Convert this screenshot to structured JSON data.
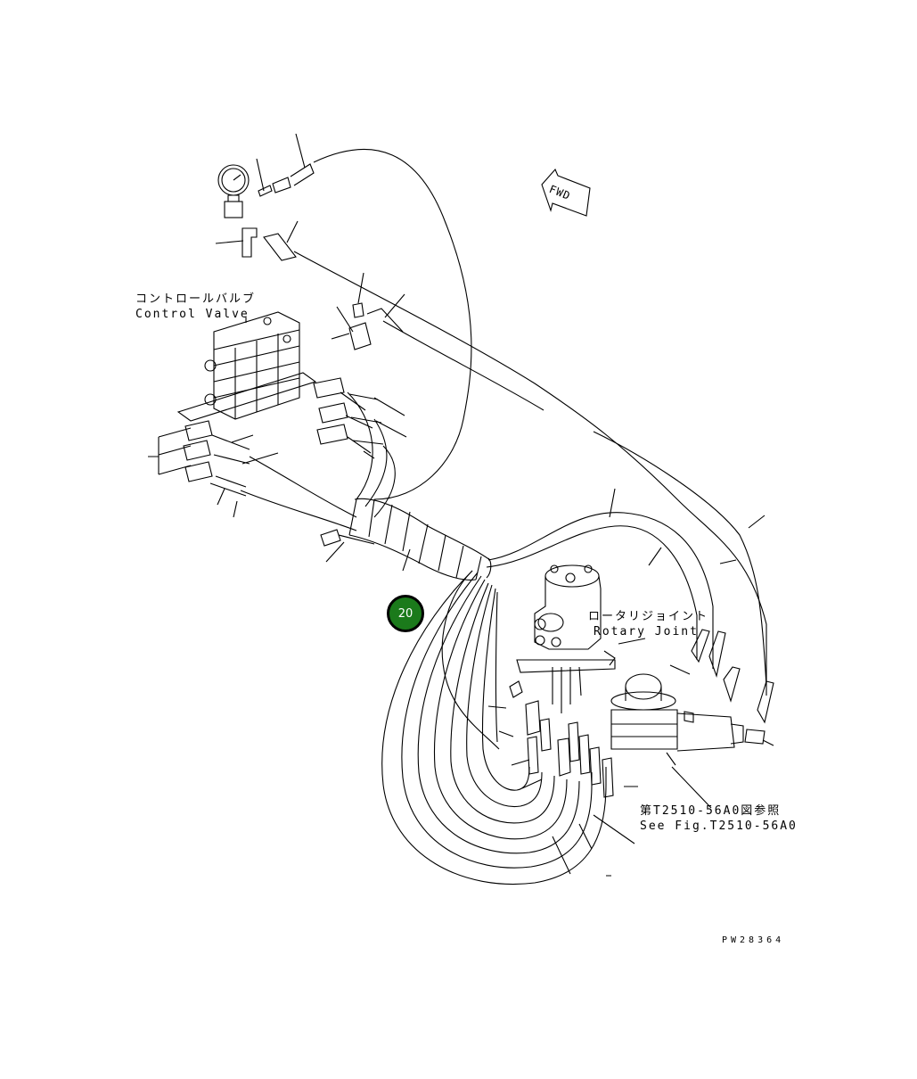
{
  "labels": {
    "control_valve_jp": "コントロールバルブ",
    "control_valve_en": "Control Valve",
    "rotary_joint_jp": "ロータリジョイント",
    "rotary_joint_en": "Rotary Joint",
    "see_fig_jp": "第T2510-56A0図参照",
    "see_fig_en": "See Fig.T2510-56A0",
    "fwd": "FWD"
  },
  "callout": {
    "number": "20",
    "color": "#1b7a1b"
  },
  "drawing_code": "PW28364"
}
